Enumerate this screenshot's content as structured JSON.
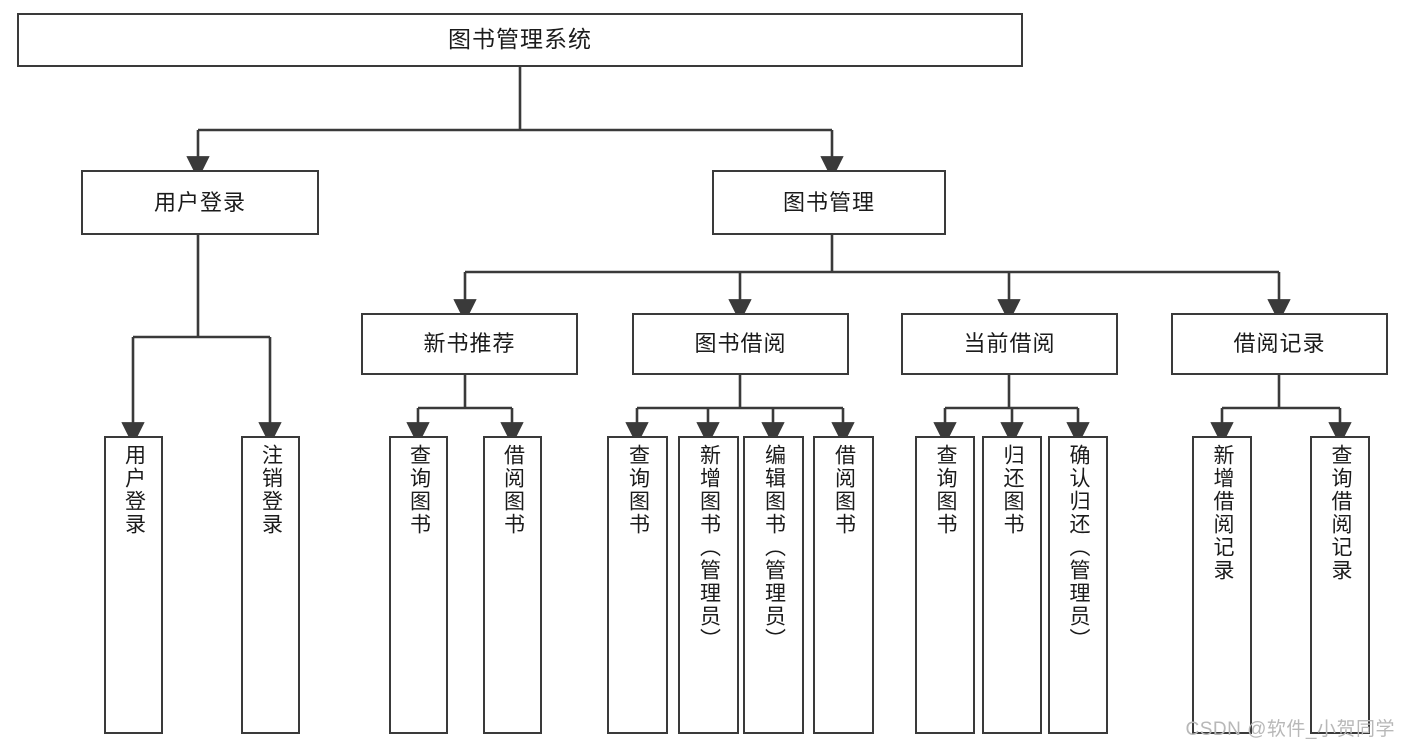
{
  "diagram": {
    "title": "图书管理系统",
    "type": "functional-structure-tree",
    "root": {
      "id": "root",
      "label": "图书管理系统"
    },
    "level2": [
      {
        "id": "user-login",
        "label": "用户登录"
      },
      {
        "id": "book-manage",
        "label": "图书管理"
      }
    ],
    "level3": [
      {
        "id": "new-book-recommend",
        "label": "新书推荐",
        "parent": "book-manage"
      },
      {
        "id": "book-borrow",
        "label": "图书借阅",
        "parent": "book-manage"
      },
      {
        "id": "current-borrow",
        "label": "当前借阅",
        "parent": "book-manage"
      },
      {
        "id": "borrow-record",
        "label": "借阅记录",
        "parent": "book-manage"
      }
    ],
    "leaves": [
      {
        "id": "leaf-user-login",
        "label": "用户登录",
        "parent": "user-login"
      },
      {
        "id": "leaf-logout-login",
        "label": "注销登录",
        "parent": "user-login"
      },
      {
        "id": "leaf-query-book-1",
        "label": "查询图书",
        "parent": "new-book-recommend"
      },
      {
        "id": "leaf-borrow-book-1",
        "label": "借阅图书",
        "parent": "new-book-recommend"
      },
      {
        "id": "leaf-query-book-2",
        "label": "查询图书",
        "parent": "book-borrow"
      },
      {
        "id": "leaf-add-book",
        "label": "新增图书（管理员）",
        "parent": "book-borrow"
      },
      {
        "id": "leaf-edit-book",
        "label": "编辑图书（管理员）",
        "parent": "book-borrow"
      },
      {
        "id": "leaf-borrow-book-2",
        "label": "借阅图书",
        "parent": "book-borrow"
      },
      {
        "id": "leaf-query-book-3",
        "label": "查询图书",
        "parent": "current-borrow"
      },
      {
        "id": "leaf-return-book",
        "label": "归还图书",
        "parent": "current-borrow"
      },
      {
        "id": "leaf-confirm-return",
        "label": "确认归还（管理员）",
        "parent": "current-borrow"
      },
      {
        "id": "leaf-add-record",
        "label": "新增借阅记录",
        "parent": "borrow-record"
      },
      {
        "id": "leaf-query-record",
        "label": "查询借阅记录",
        "parent": "borrow-record"
      }
    ],
    "colors": {
      "stroke": "#3a3a3a",
      "text": "#1b1b1b",
      "background": "#ffffff",
      "watermark": "#b8b8b8"
    }
  },
  "watermark": {
    "text": "CSDN @软件_小贺同学"
  }
}
